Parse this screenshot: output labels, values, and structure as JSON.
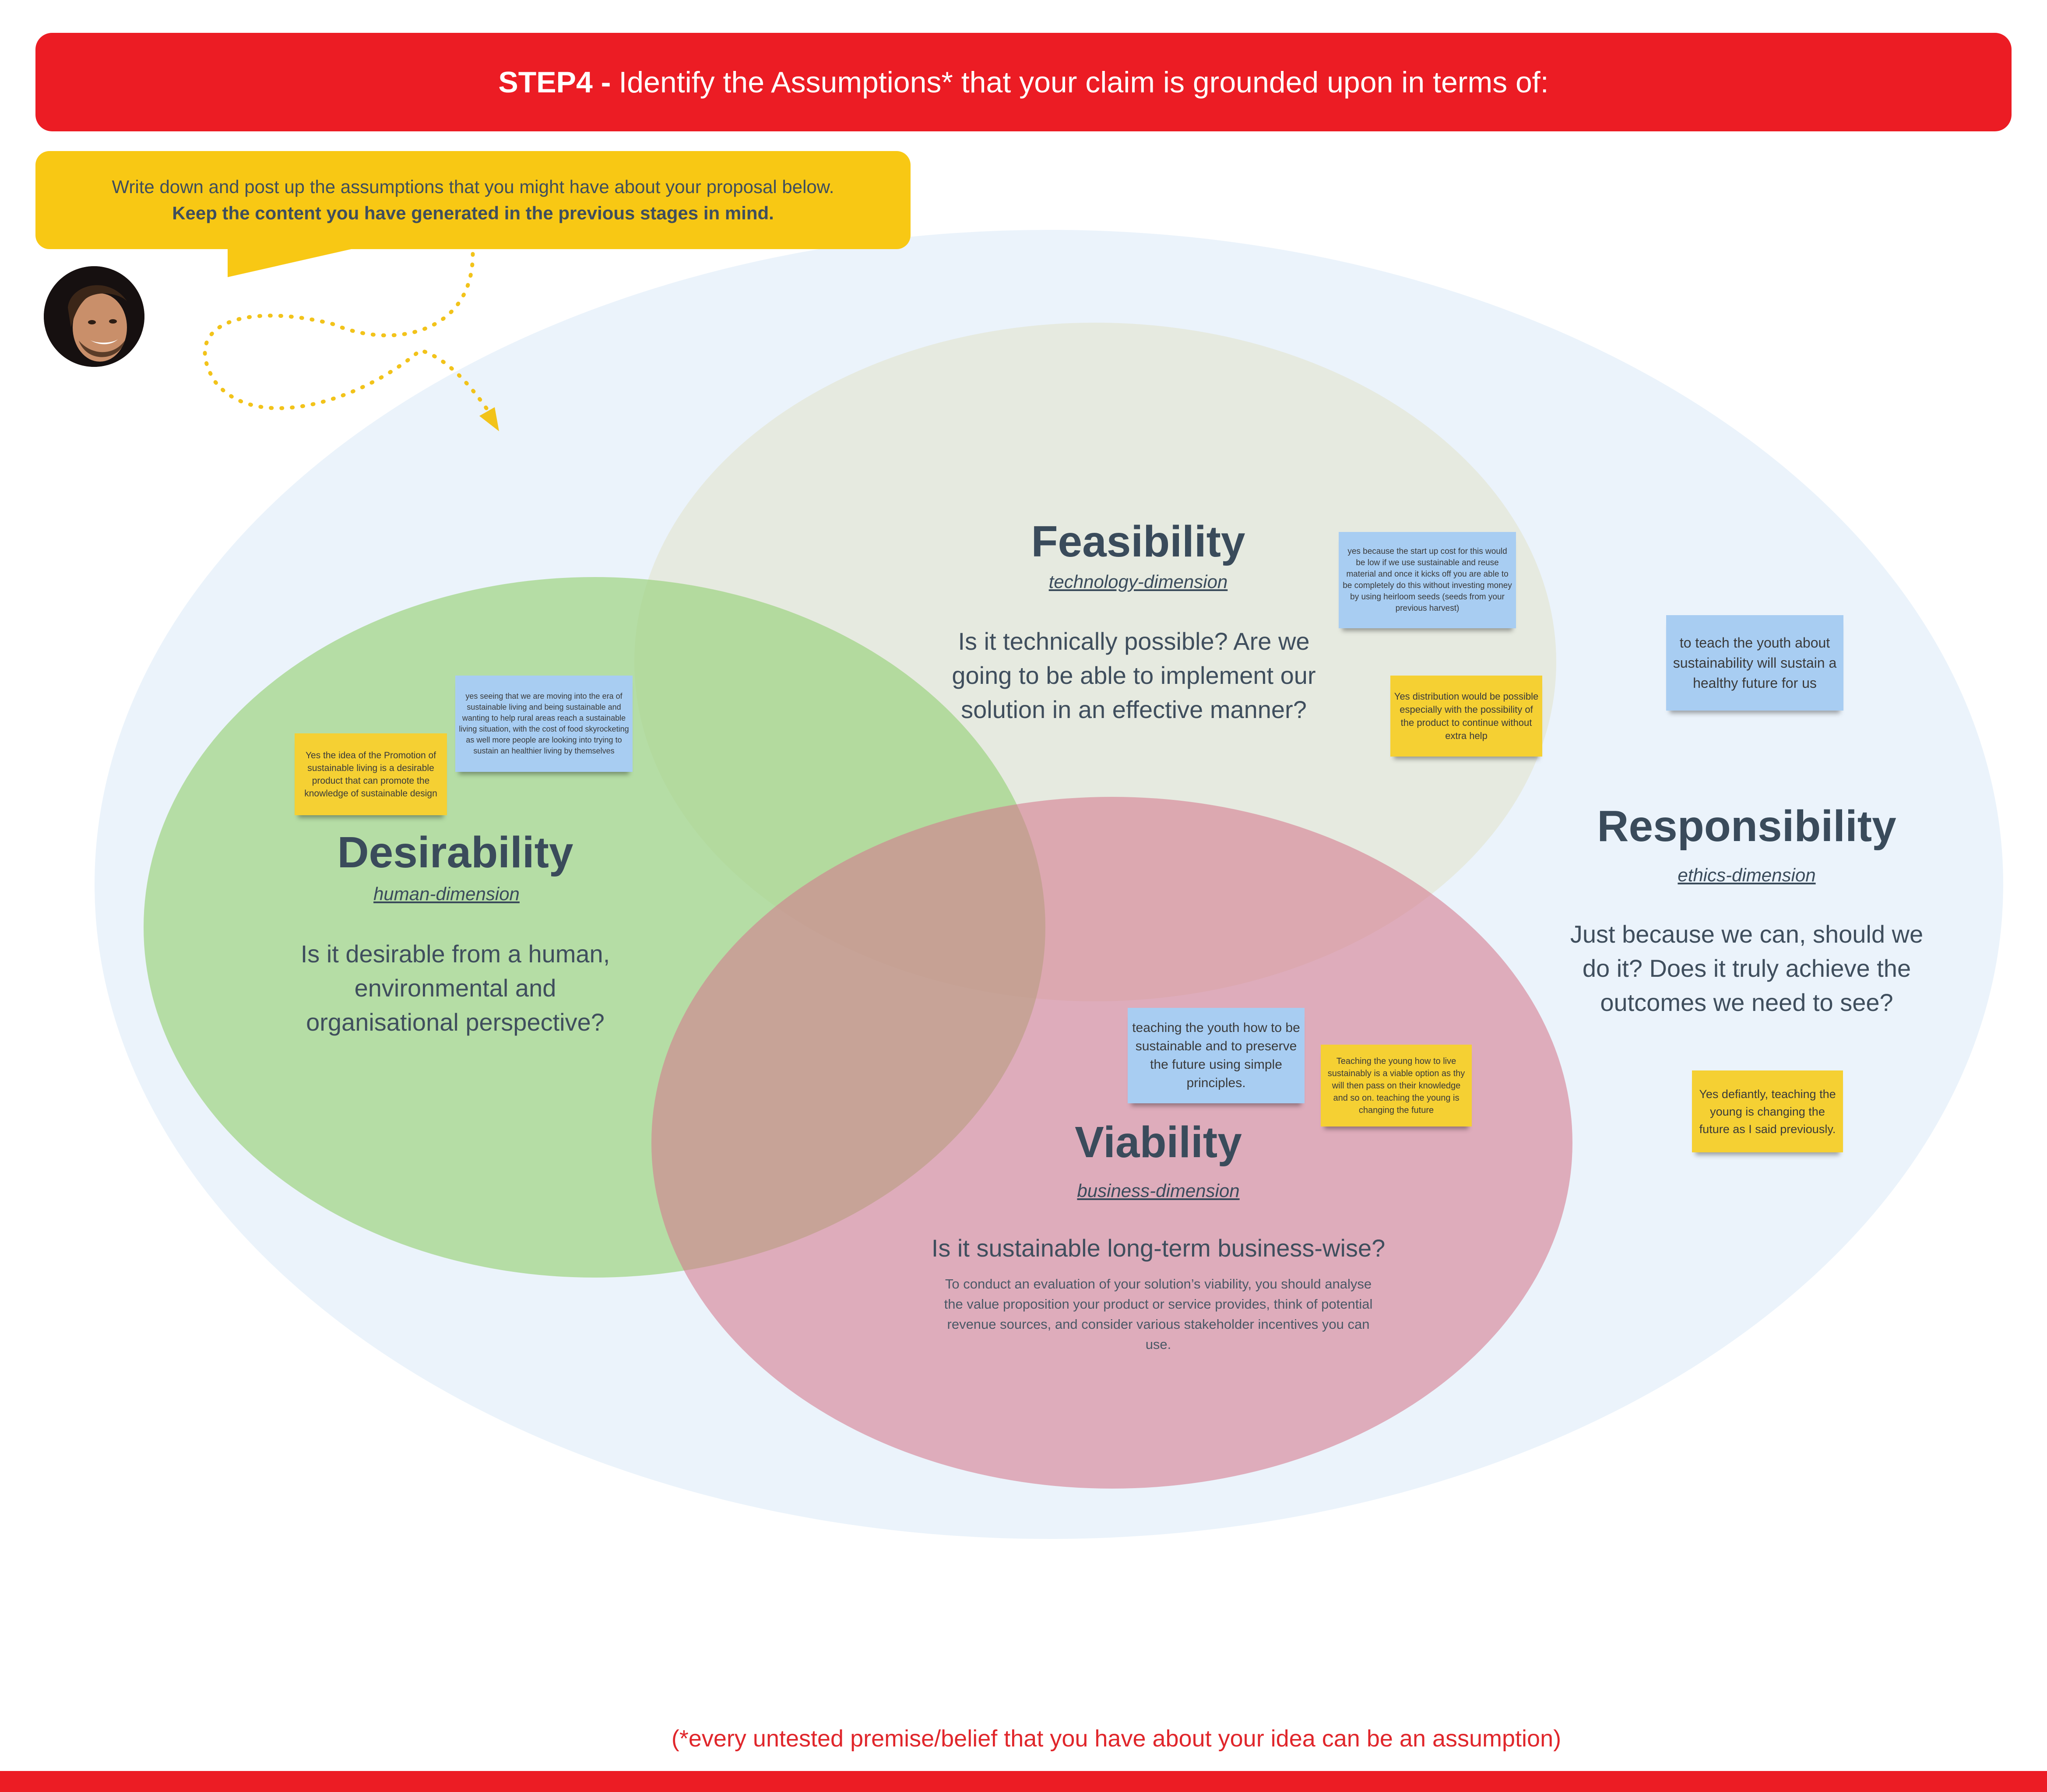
{
  "header": {
    "step_label": "STEP4 -",
    "title": "Identify the Assumptions* that your claim is grounded upon in terms of:"
  },
  "instruction": {
    "line1": "Write down and post up the assumptions that you might have about your proposal below.",
    "line2": "Keep the content you have generated in the previous stages in mind."
  },
  "dimensions": {
    "feasibility": {
      "title": "Feasibility",
      "subtitle": "technology-dimension",
      "question": "Is it technically possible? Are we going to be able to implement our solution in an effective manner?"
    },
    "desirability": {
      "title": "Desirability",
      "subtitle": "human-dimension",
      "question": "Is it desirable from a human, environmental and organisational perspective?"
    },
    "viability": {
      "title": "Viability",
      "subtitle": "business-dimension",
      "question": "Is it sustainable long-term business-wise?",
      "note": "To conduct an evaluation of your solution’s viability, you should analyse the value proposition your product or service provides, think of potential revenue sources, and consider various stakeholder incentives you can use."
    },
    "responsibility": {
      "title": "Responsibility",
      "subtitle": "ethics-dimension",
      "question": "Just because we can, should we do it? Does it truly achieve the outcomes we need to see?"
    }
  },
  "sticky_notes": {
    "feas_blue": "yes because the start up cost for this would be low if we use sustainable and reuse material and once it kicks off you are able to be completely do this without investing money by using heirloom seeds (seeds from your previous harvest)",
    "feas_yellow": "Yes distribution would be possible especially with the possibility of the product to continue without extra help",
    "resp_blue": "to teach the youth about sustainability will sustain a healthy future for us",
    "resp_yellow": "Yes defiantly, teaching the young is changing the future as I said previously.",
    "des_blue": "yes seeing that we are moving into the era of sustainable living and being sustainable and wanting to help rural areas reach a sustainable living situation, with the cost of food skyrocketing as well more people are looking into trying to sustain an healthier living by themselves",
    "des_yellow": "Yes the idea of the Promotion of sustainable living is a desirable product that can promote the knowledge of sustainable design",
    "via_blue": "teaching the youth how to be sustainable and to preserve the future using simple principles.",
    "via_yellow": "Teaching the young how to live sustainably is a viable option as thy will then pass on their knowledge and so on. teaching the young is changing the future"
  },
  "footnote": "(*every untested premise/belief that you have about your idea can be an assumption)",
  "colors": {
    "brand_red": "#ec1c24",
    "bubble_yellow": "#f8c814",
    "outer_ellipse": "#ebf3fb",
    "feasibility": "#e6e9de",
    "desirability": "#b6dfa6",
    "viability": "#e1a5b1",
    "sticky_blue": "#a8cdf2",
    "sticky_yellow": "#f5d033"
  }
}
